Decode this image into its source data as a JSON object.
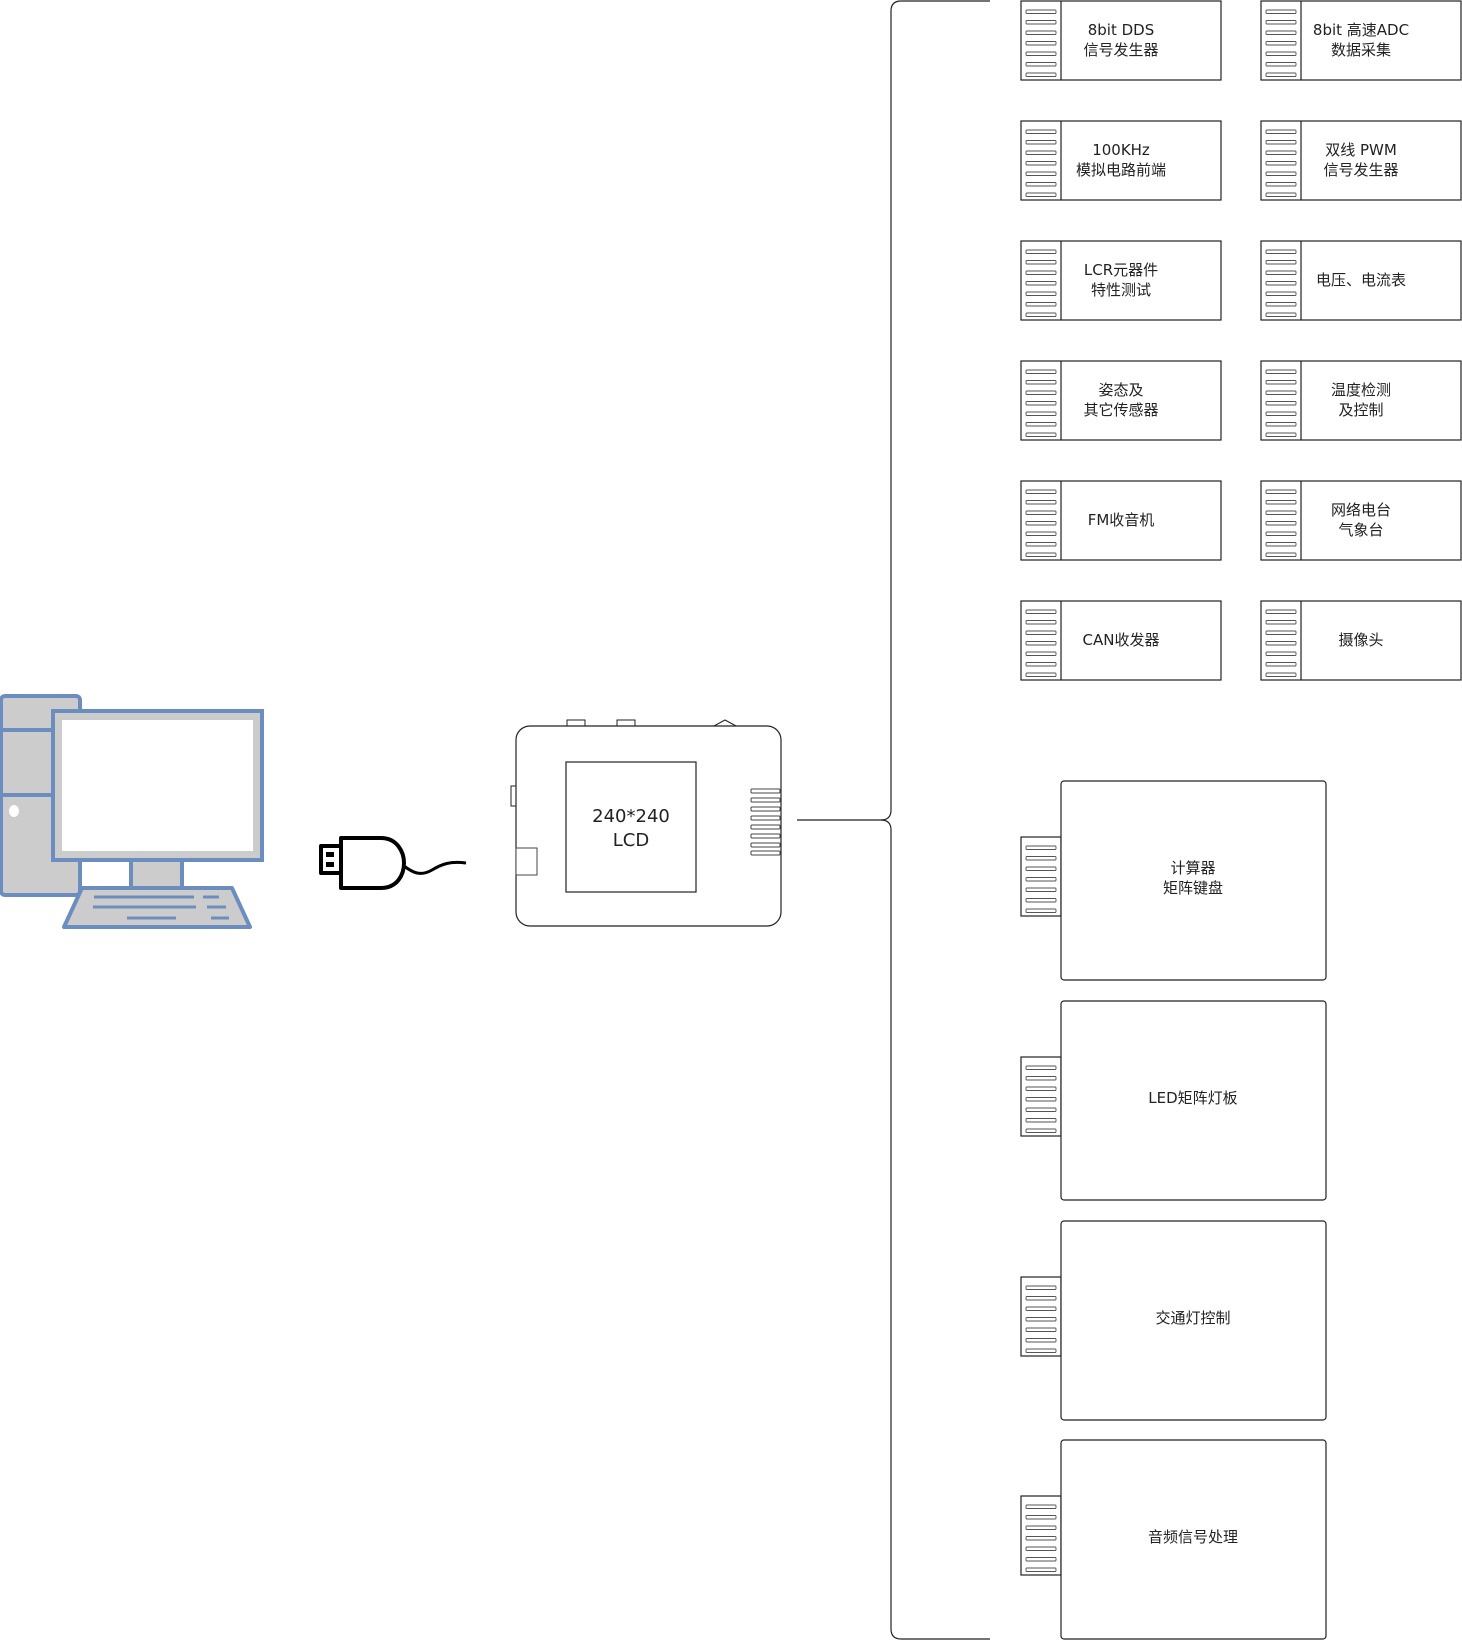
{
  "device": {
    "screen_label_line1": "240*240",
    "screen_label_line2": "LCD"
  },
  "small_modules": [
    {
      "line1": "8bit DDS",
      "line2": "信号发生器"
    },
    {
      "line1": "8bit 高速ADC",
      "line2": "数据采集"
    },
    {
      "line1": "100KHz",
      "line2": "模拟电路前端"
    },
    {
      "line1": "双线 PWM",
      "line2": "信号发生器"
    },
    {
      "line1": "LCR元器件",
      "line2": "特性测试"
    },
    {
      "line1": "电压、电流表",
      "line2": ""
    },
    {
      "line1": "姿态及",
      "line2": "其它传感器"
    },
    {
      "line1": "温度检测",
      "line2": "及控制"
    },
    {
      "line1": "FM收音机",
      "line2": ""
    },
    {
      "line1": "网络电台",
      "line2": "气象台"
    },
    {
      "line1": "CAN收发器",
      "line2": ""
    },
    {
      "line1": "摄像头",
      "line2": ""
    }
  ],
  "large_modules": [
    {
      "line1": "计算器",
      "line2": "矩阵键盘"
    },
    {
      "line1": "LED矩阵灯板",
      "line2": ""
    },
    {
      "line1": "交通灯控制",
      "line2": ""
    },
    {
      "line1": "音频信号处理",
      "line2": ""
    }
  ],
  "colors": {
    "computer_outline": "#6c8ebf",
    "computer_fill": "#cccccc",
    "line": "#222222"
  },
  "icons": [
    "desktop-computer-icon",
    "usb-plug-icon"
  ]
}
